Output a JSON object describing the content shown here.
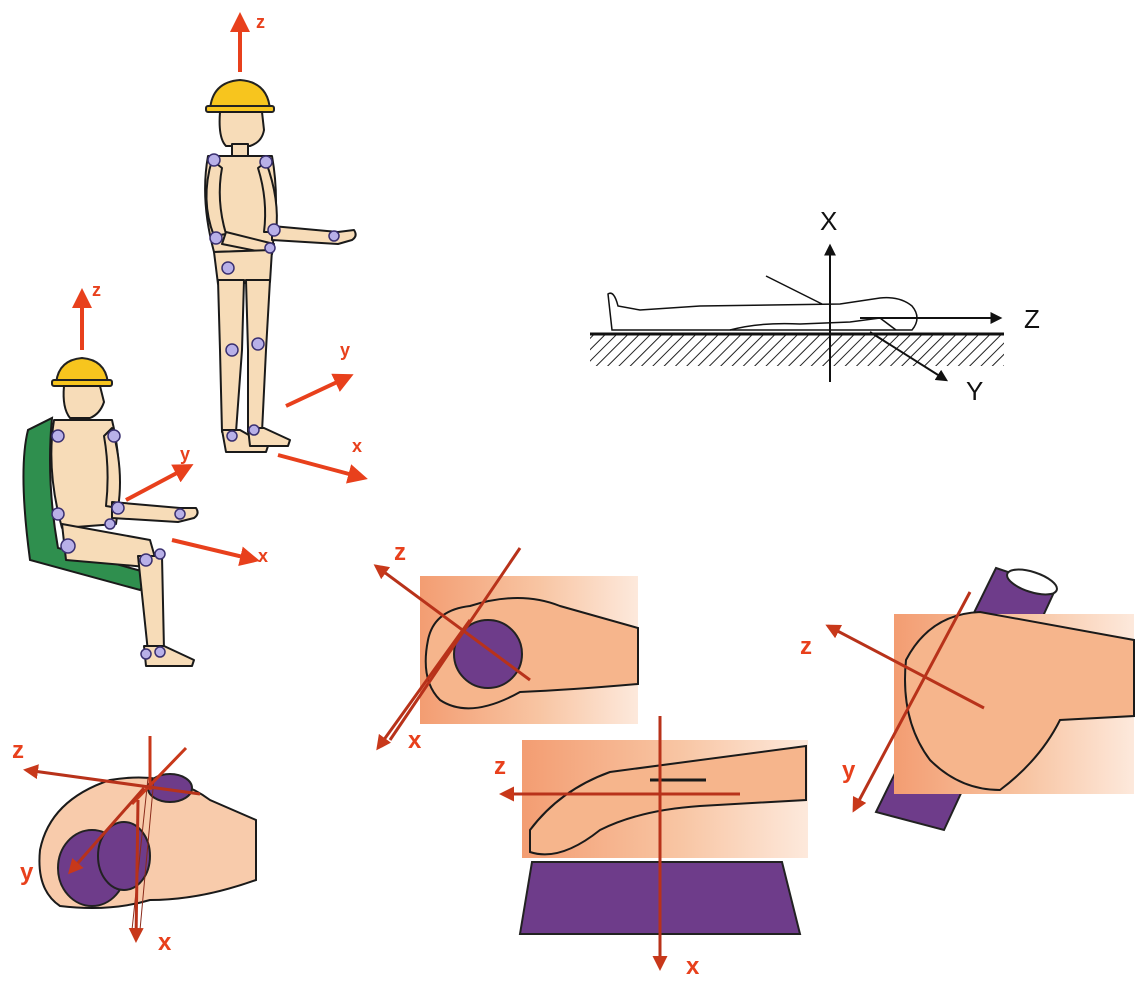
{
  "labels": {
    "standing": {
      "z": "z",
      "y": "y",
      "x": "x"
    },
    "seated": {
      "z": "z",
      "y": "y",
      "x": "x"
    },
    "supine": {
      "x": "X",
      "z": "Z",
      "y": "Y"
    },
    "grip_cylinder": {
      "z": "z",
      "y": "y",
      "x": "x"
    },
    "grip_ball": {
      "z": "z",
      "x": "x"
    },
    "palm_flat": {
      "z": "z",
      "x": "x"
    },
    "grip_handle": {
      "z": "z",
      "y": "y"
    }
  },
  "colors": {
    "axis_red": "#e8401c",
    "axis_dark": "#b8321a",
    "skin": "#f7dcb8",
    "helmet": "#f7c51e",
    "joint": "#b8b0e8",
    "seat": "#2f8f4e",
    "object_purple": "#6e3c8a",
    "hand_panel": "#f6b58c"
  }
}
